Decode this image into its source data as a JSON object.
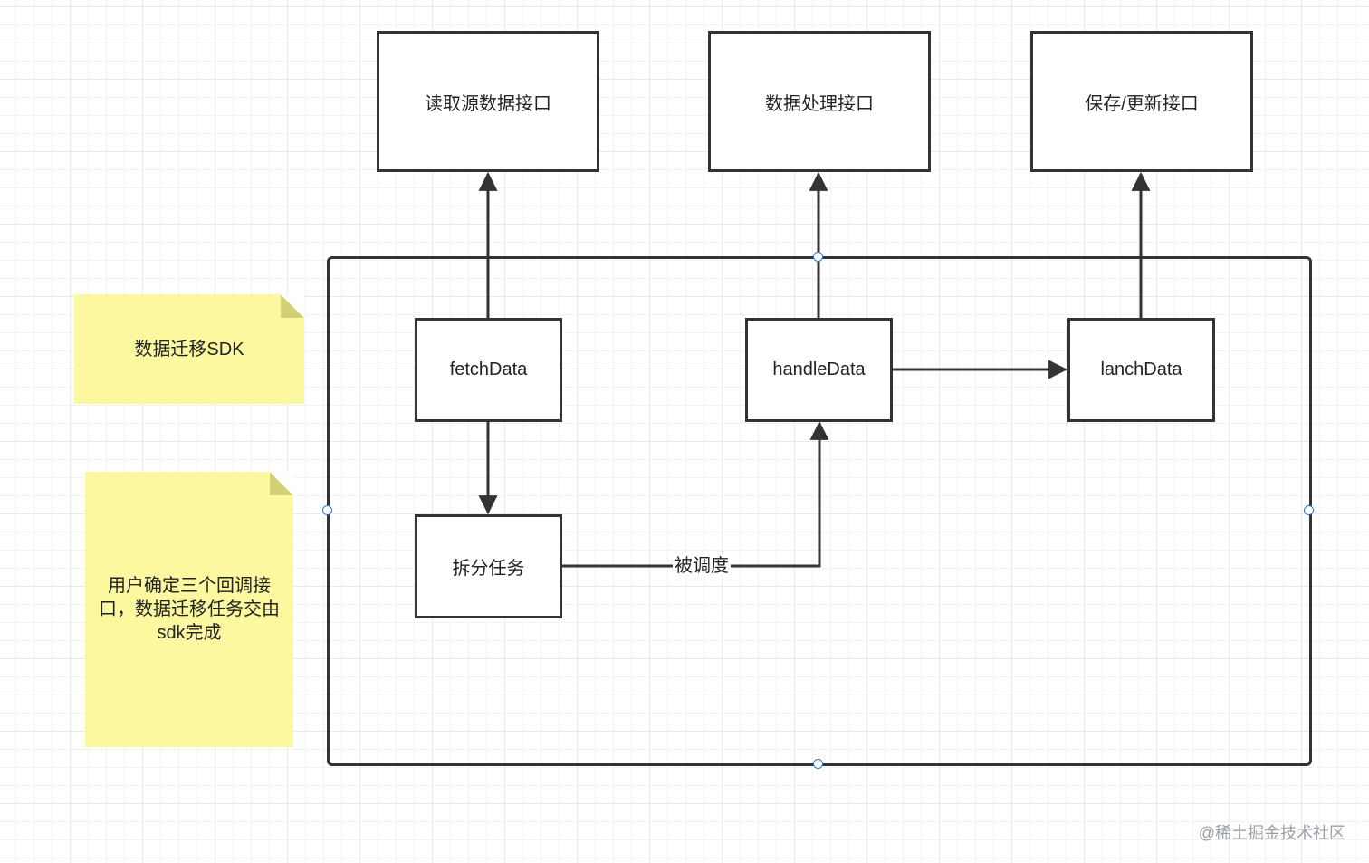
{
  "interfaces": {
    "read": "读取源数据接口",
    "process": "数据处理接口",
    "save": "保存/更新接口"
  },
  "sdk_nodes": {
    "fetch": "fetchData",
    "handle": "handleData",
    "launch": "lanchData",
    "split": "拆分任务"
  },
  "edge_labels": {
    "scheduled": "被调度"
  },
  "notes": {
    "sdk_title": "数据迁移SDK",
    "description": "用户确定三个回调接口，数据迁移任务交由sdk完成"
  },
  "watermark": "@稀土掘金技术社区",
  "colors": {
    "stroke": "#333333",
    "note": "#fbf8a0",
    "handle": "#2a7ad8"
  }
}
